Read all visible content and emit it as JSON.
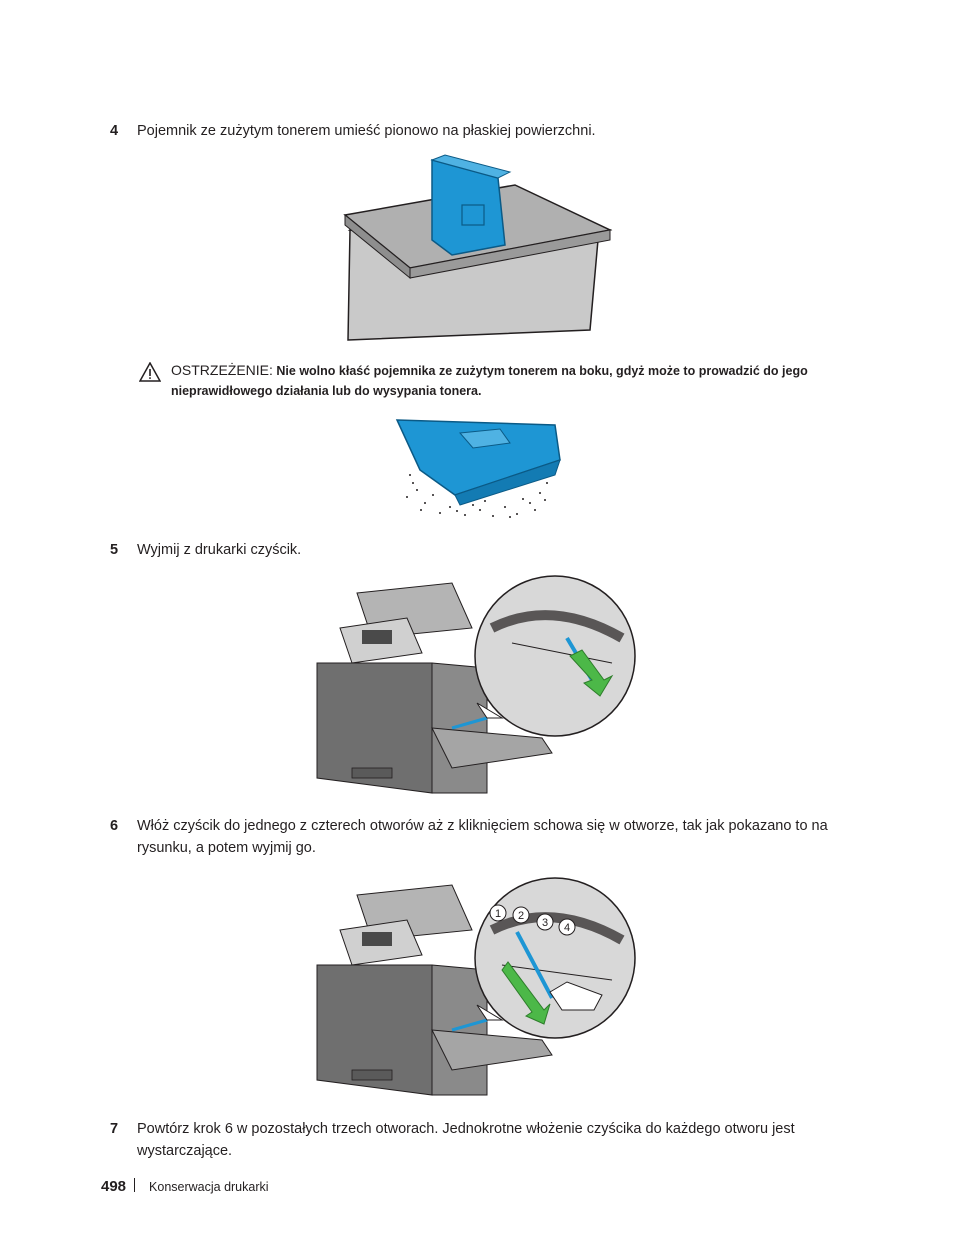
{
  "steps": [
    {
      "number": "4",
      "text": "Pojemnik ze zużytym tonerem umieść pionowo na płaskiej powierzchni."
    },
    {
      "number": "5",
      "text": "Wyjmij z drukarki czyścik."
    },
    {
      "number": "6",
      "text": "Włóż czyścik do jednego z czterech otworów aż z kliknięciem schowa się w otworze, tak jak pokazano to na rysunku, a potem wyjmij go."
    },
    {
      "number": "7",
      "text": "Powtórz krok 6 w pozostałych trzech otworach. Jednokrotne włożenie czyścika do każdego otworu jest wystarczające."
    }
  ],
  "warning": {
    "label": "OSTRZEŻENIE:",
    "text": "Nie wolno kłaść pojemnika ze zużytym tonerem na boku, gdyż może to prowadzić do jego nieprawidłowego działania lub do wysypania tonera.",
    "icon": "warning-triangle-icon"
  },
  "figure_labels": [
    "1",
    "2",
    "3",
    "4"
  ],
  "footer": {
    "page_number": "498",
    "chapter": "Konserwacja drukarki"
  },
  "colors": {
    "accent_blue": "#1e96d4",
    "green_arrow": "#4cb848",
    "gray_box": "#c8c8c8"
  }
}
